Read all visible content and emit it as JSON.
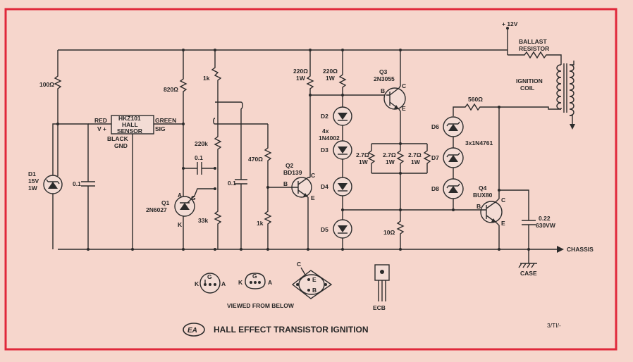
{
  "title": "HALL EFFECT TRANSISTOR IGNITION",
  "logo_text": "EA",
  "ref_code": "3/TI/-",
  "note_bottom": "VIEWED FROM BELOW",
  "colors": {
    "border": "#e0283a",
    "ink": "#2b2b2b",
    "paper": "#f6d6cc"
  },
  "supply": "+ 12V",
  "ballast": [
    "BALLAST",
    "RESISTOR"
  ],
  "coil": [
    "IGNITION",
    "COIL"
  ],
  "chassis": "CHASSIS",
  "case": "CASE",
  "sensor": {
    "title": [
      "HKZ101",
      "HALL",
      "SENSOR"
    ],
    "red": "RED",
    "vplus": "V +",
    "green": "GREEN",
    "sig": "SIG",
    "black": "BLACK",
    "gnd": "GND"
  },
  "r1": "100Ω",
  "r2": "820Ω",
  "r3": "1k",
  "r4": "220k",
  "r5": "33k",
  "r6": "470Ω",
  "r7": "1k",
  "r8": [
    "220Ω",
    "1W"
  ],
  "r9": [
    "220Ω",
    "1W"
  ],
  "r10": [
    "2.7Ω",
    "1W"
  ],
  "r11": [
    "2.7Ω",
    "1W"
  ],
  "r12": [
    "2.7Ω",
    "1W"
  ],
  "r13": "10Ω",
  "r14": "560Ω",
  "c1": "0.1",
  "c2": "0.1",
  "c3": "0.1",
  "c4": [
    "0.22",
    "630VW"
  ],
  "d1": [
    "D1",
    "15V",
    "1W"
  ],
  "q1": [
    "Q1",
    "2N6027"
  ],
  "q2": [
    "Q2",
    "BD139"
  ],
  "q3": [
    "Q3",
    "2N3055"
  ],
  "q4": [
    "Q4",
    "BUX80"
  ],
  "d2": "D2",
  "d3": "D3",
  "d4": "D4",
  "d5": "D5",
  "dgroup": [
    "4x",
    "1N4002"
  ],
  "d6": "D6",
  "d7": "D7",
  "d8": "D8",
  "zgroup": "3x1N4761",
  "pins": {
    "a": "A",
    "g": "G",
    "k": "K",
    "b": "B",
    "c": "C",
    "e": "E",
    "ecb": "ECB"
  }
}
